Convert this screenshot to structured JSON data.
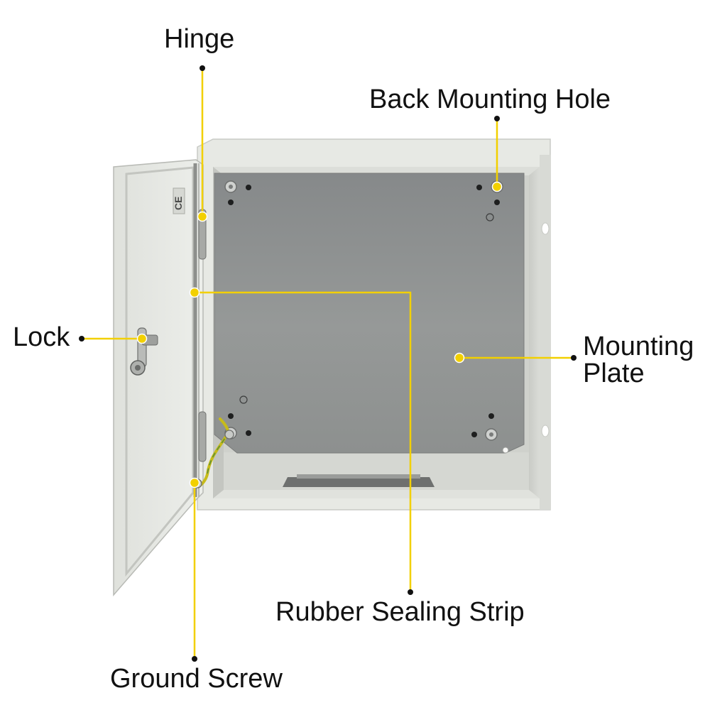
{
  "labels": {
    "hinge": "Hinge",
    "back_mounting_hole": "Back Mounting Hole",
    "lock": "Lock",
    "mounting_plate_line1": "Mounting",
    "mounting_plate_line2": "Plate",
    "rubber_sealing_strip": "Rubber Sealing Strip",
    "ground_screw": "Ground Screw"
  },
  "door_mark": "CE",
  "colors": {
    "leader": "#f2d000",
    "dot": "#111111",
    "enclosure": "#e4e6e1",
    "mounting_plate": "#8f9190"
  }
}
